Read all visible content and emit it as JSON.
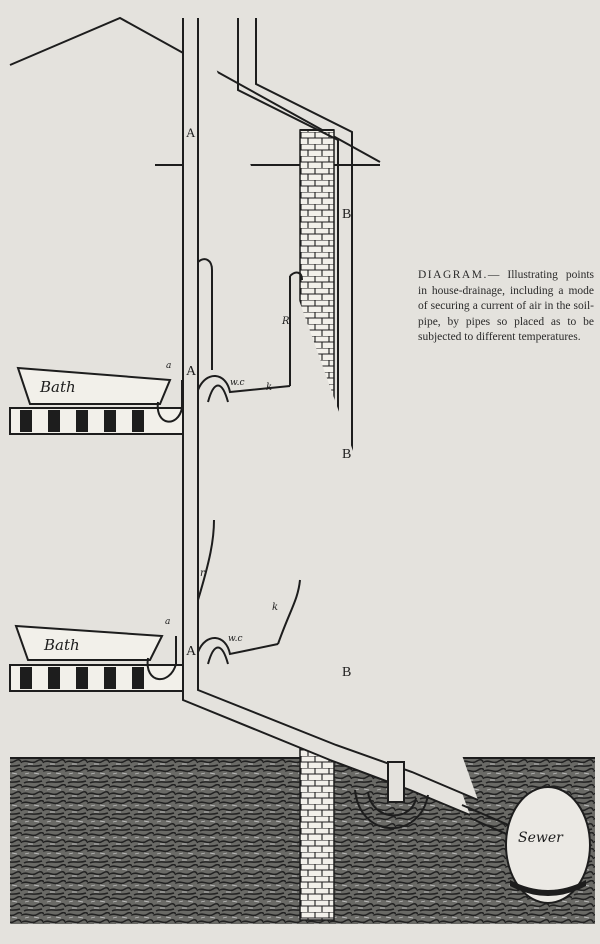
{
  "caption": {
    "heading": "DIAGRAM.",
    "text": "— Illustrating points in house-drainage, including a mode of securing a current of air in the soil-pipe, by pipes so placed as to be subjected to different temperatures."
  },
  "labels": {
    "pipe_a_top": "A",
    "pipe_a_mid": "A",
    "pipe_a_low": "A",
    "pipe_b_top": "B",
    "pipe_b_mid": "B",
    "pipe_b_low": "B",
    "bath_upper": "Bath",
    "bath_lower": "Bath",
    "sewer": "Sewer",
    "wc_upper": "w.c",
    "wc_lower": "w.c",
    "k_upper": "k",
    "k_lower": "k",
    "r_upper": "R",
    "r_lower": "r",
    "small_a_upper": "a",
    "small_a_lower": "a"
  },
  "colors": {
    "paper": "#e4e2dd",
    "ink": "#1d1d1d",
    "brick": "#f2f0ea",
    "ground": "#3a3a3a"
  }
}
